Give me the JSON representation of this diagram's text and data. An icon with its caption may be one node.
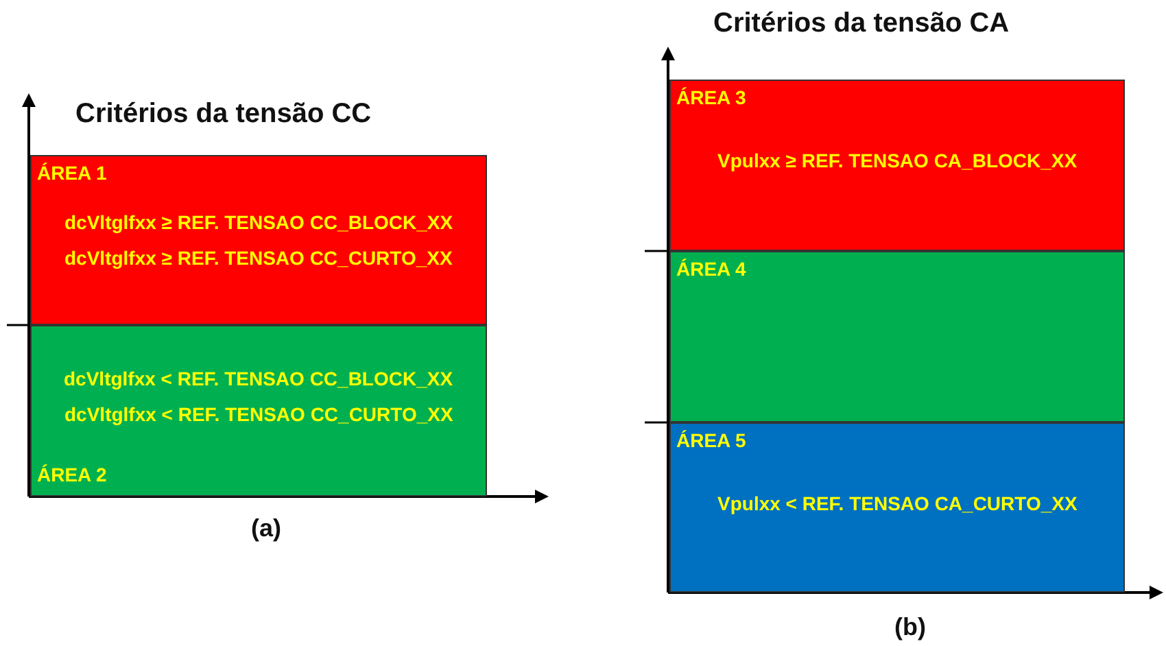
{
  "diagram": {
    "nodes": [
      {
        "text": [
          "ÁREA 1",
          "dcVltglfxx ≥ REF. TENSAO CC_BLOCK_XX",
          "dcVltglfxx ≥ REF. TENSAO CC_CURTO_XX"
        ]
      },
      {
        "text": [
          "dcVltglfxx < REF. TENSAO CC_BLOCK_XX",
          "dcVltglfxx < REF. TENSAO CC_CURTO_XX",
          "ÁREA 2"
        ]
      },
      {
        "text": [
          "ÁREA 3",
          "Vpulxx ≥ REF. TENSAO CA_BLOCK_XX"
        ]
      },
      {
        "text": [
          "ÁREA 4"
        ]
      },
      {
        "text": [
          "ÁREA 5",
          "Vpulxx < REF. TENSAO CA_CURTO_XX"
        ]
      }
    ],
    "labels": [
      "Critérios da tensão CA",
      "Critérios da tensão CC",
      "(a)",
      "(b)"
    ]
  }
}
